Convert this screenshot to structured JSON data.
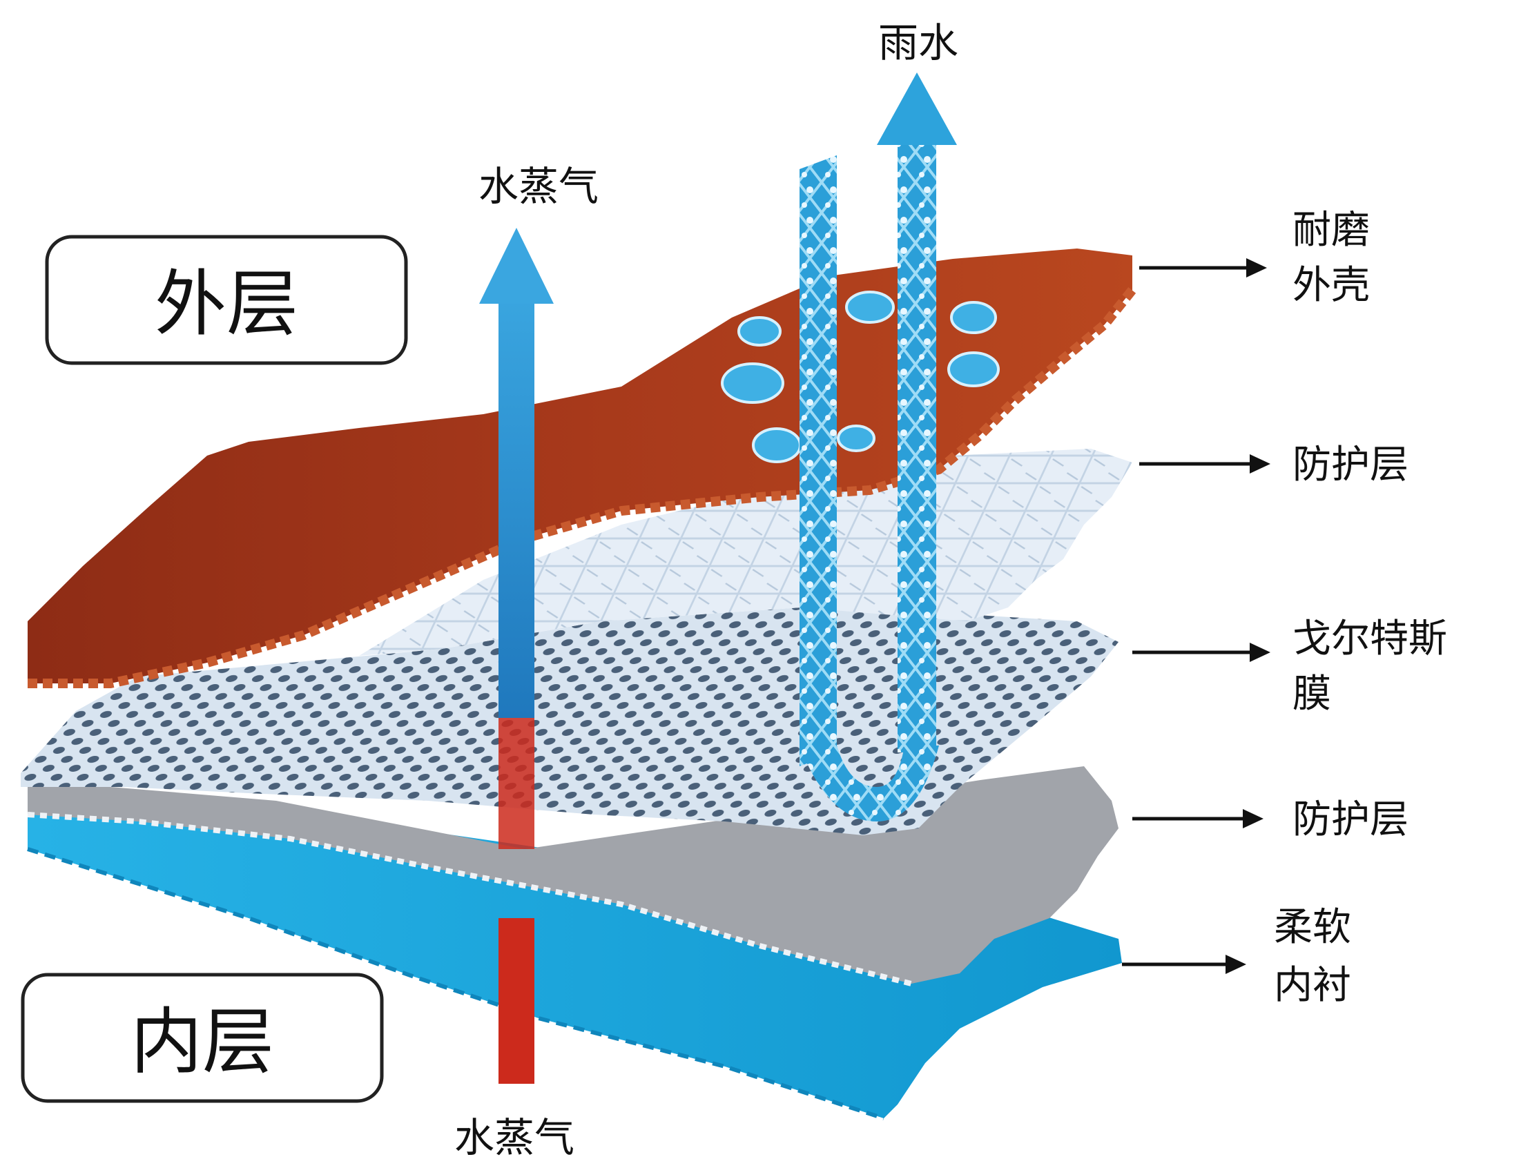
{
  "side_labels": {
    "outer": "外层",
    "inner": "内层"
  },
  "flow_labels": {
    "vapor_top": "水蒸气",
    "rain": "雨水",
    "vapor_bottom": "水蒸气"
  },
  "layers": [
    {
      "label_lines": [
        "耐磨",
        "外壳"
      ]
    },
    {
      "label_lines": [
        "防护层"
      ]
    },
    {
      "label_lines": [
        "戈尔特斯",
        "膜"
      ]
    },
    {
      "label_lines": [
        "防护层"
      ]
    },
    {
      "label_lines": [
        "柔软",
        "内衬"
      ]
    }
  ],
  "colors": {
    "shell": "#b0401e",
    "shell_dark": "#8c2a14",
    "shell_edge": "#c2552c",
    "protect": "#dfe9f4",
    "membrane": "#cfdcea",
    "membrane_dot": "#51657e",
    "protect2": "#9ea2a8",
    "lining": "#1fa3d9",
    "lining_edge": "#26b4e6",
    "vapor_arrow": "#2a8fd0",
    "vapor_red": "#cc2a1c",
    "rain": "#2da3dc",
    "label_box_border": "#222222"
  }
}
